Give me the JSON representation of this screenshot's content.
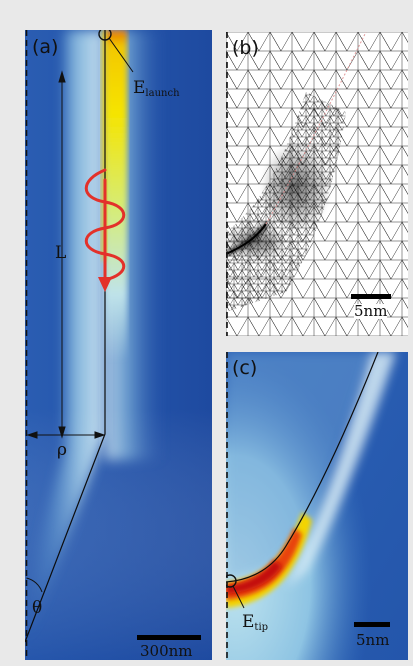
{
  "panel_a": {
    "label": "(a)",
    "launch_symbol": "E",
    "launch_subscript": "launch",
    "length_symbol": "L",
    "radius_symbol": "ρ",
    "angle_symbol": "θ",
    "scale_label": "300nm"
  },
  "panel_b": {
    "label": "(b)",
    "scale_label": "5nm"
  },
  "panel_c": {
    "label": "(c)",
    "tip_symbol": "E",
    "tip_subscript": "tip",
    "scale_label": "5nm"
  },
  "colors": {
    "field_low": "#1f4fa6",
    "field_mid": "#a9d3ea",
    "field_high": "#f5e400",
    "field_peak": "#d40f0f",
    "wave_arrow": "#e3312a"
  }
}
